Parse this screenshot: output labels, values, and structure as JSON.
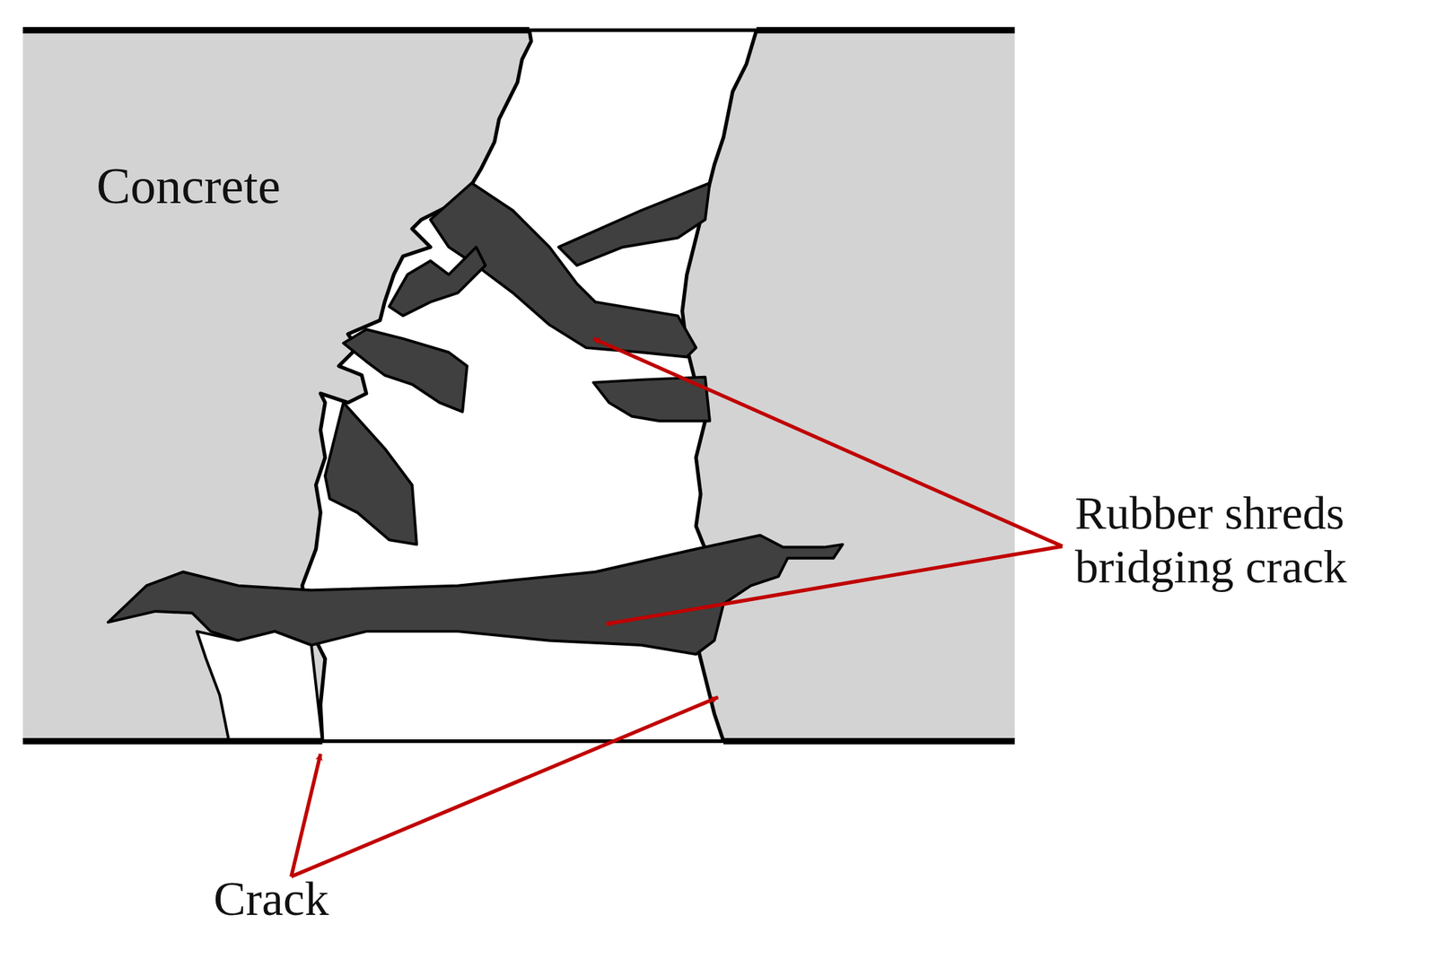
{
  "diagram": {
    "labels": [
      "Concrete",
      "Rubber shreds bridging crack",
      "Crack"
    ]
  }
}
